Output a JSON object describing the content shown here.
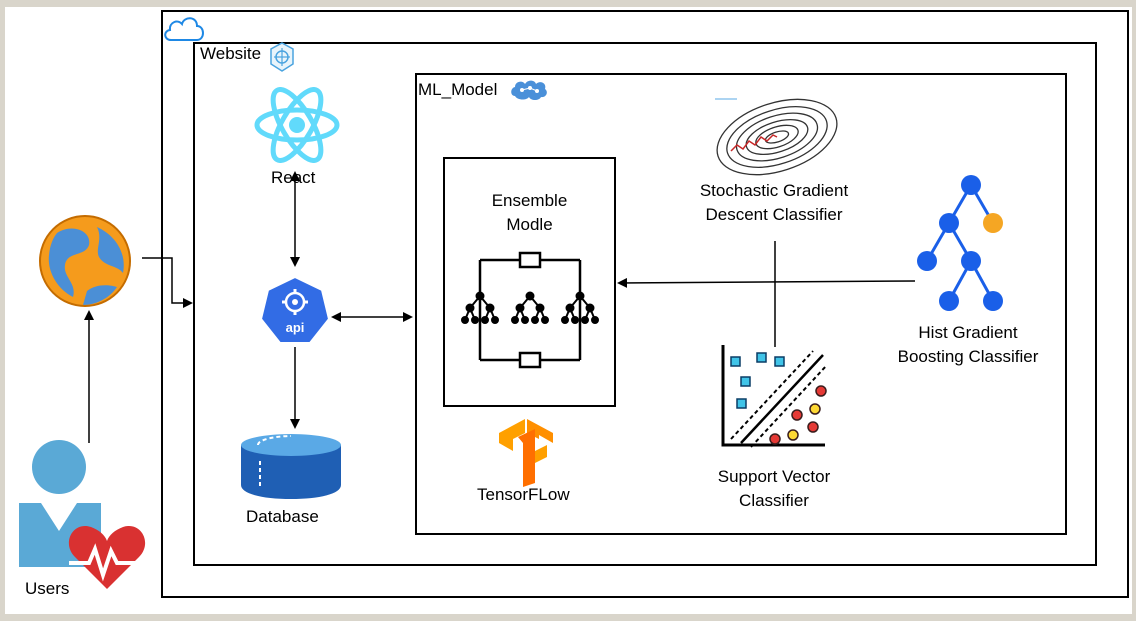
{
  "labels": {
    "website": "Website",
    "ml_model": "ML_Model",
    "react": "React",
    "api": "api",
    "database": "Database",
    "ensemble": [
      "Ensemble",
      "Modle"
    ],
    "tensorflow": "TensorFLow",
    "sgd": [
      "Stochastic Gradient",
      "Descent Classifier"
    ],
    "hist_gb": [
      "Hist Gradient",
      "Boosting Classifier"
    ],
    "svc": [
      "Support Vector",
      "Classifier"
    ],
    "users": "Users"
  },
  "colors": {
    "react_blue": "#61dafb",
    "api_blue": "#326ce5",
    "db_blue": "#1f5fb4",
    "tree_blue": "#1a5fe8",
    "tree_orange": "#f5a623",
    "tf_orange": "#ff8f00",
    "user_blue": "#5aa9d6",
    "heart_red": "#d93131",
    "cloud_blue": "#1e88e5"
  },
  "icons": [
    "cloud-icon",
    "globe-icon",
    "react-icon",
    "api-icon",
    "database-icon",
    "ensemble-icon",
    "tensorflow-icon",
    "sgd-contour-icon",
    "decision-tree-icon",
    "svm-icon",
    "user-health-icon",
    "brain-icon",
    "kubernetes-icon"
  ]
}
